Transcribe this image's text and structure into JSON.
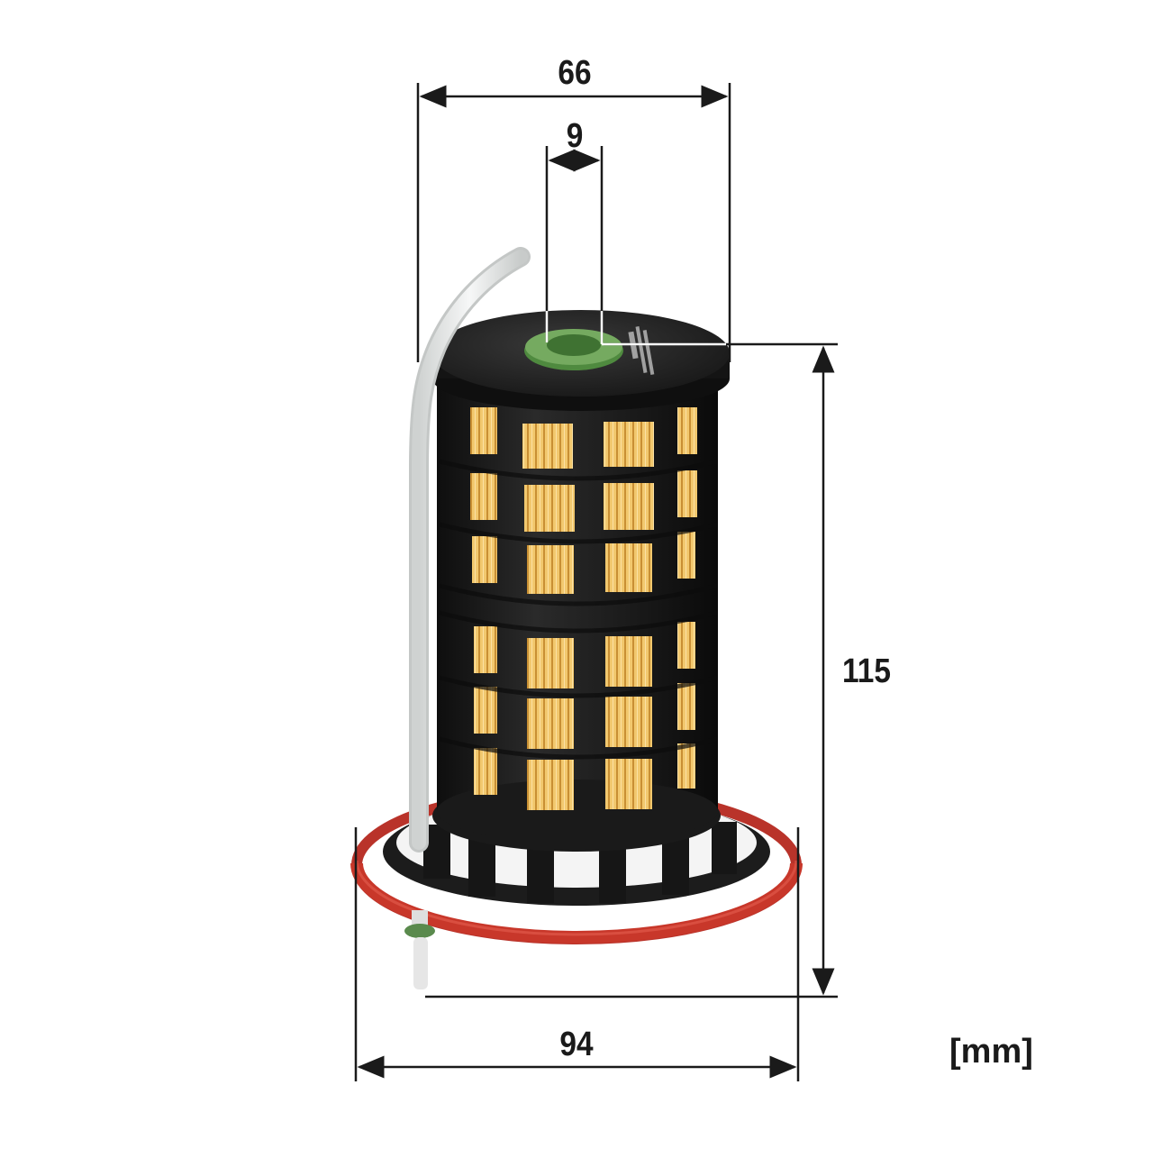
{
  "product": {
    "type": "fuel filter with seal ring and drain tube"
  },
  "dimensions": {
    "outer_diameter": {
      "value": "66",
      "orientation": "horizontal"
    },
    "inner_diameter": {
      "value": "9",
      "orientation": "horizontal"
    },
    "height": {
      "value": "115",
      "orientation": "vertical"
    },
    "seal_diameter": {
      "value": "94",
      "orientation": "horizontal"
    }
  },
  "unit": "[mm]",
  "colors": {
    "body": "#1c1c1c",
    "media": "#e8b95a",
    "seal_ring": "#c8372a",
    "grommet": "#6fa35a",
    "tube": "#e9ebea",
    "dim_line": "#1a1a1a"
  }
}
